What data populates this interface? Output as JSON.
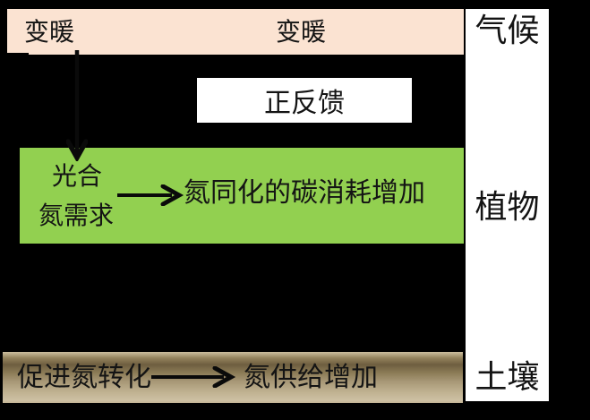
{
  "palette": {
    "background": "#000000",
    "climate_bar": "#FBE3D2",
    "plant_box": "#92D050",
    "feedback_box": "#FFFFFF",
    "system_column": "#FFFFFF",
    "soil_box_light": "#CDBF9F",
    "soil_box_dark": "#6E5E40",
    "text": "#141414",
    "arrow": "#0A0A0A"
  },
  "climate_bar": {
    "warming_left": "变暖",
    "warming_middle": "变暖"
  },
  "system_column": {
    "climate": "气候",
    "plant": "植物",
    "soil": "土壤"
  },
  "feedback_box": {
    "label": "正反馈"
  },
  "plant_box": {
    "photosynthesis": "光合",
    "nitrogen_demand": "氮需求",
    "carbon_consumption": "氮同化的碳消耗增加"
  },
  "soil_box": {
    "nitrogen_transformation": "促进氮转化",
    "nitrogen_supply": "氮供给增加"
  },
  "icons": {
    "down_arrow": "black downward chevron arrow from warming bar to plant box",
    "right_arrow_plant": "black rightward arrow between nitrogen demand and carbon consumption",
    "right_arrow_soil": "black rightward arrow between nitrogen transformation and nitrogen supply"
  }
}
